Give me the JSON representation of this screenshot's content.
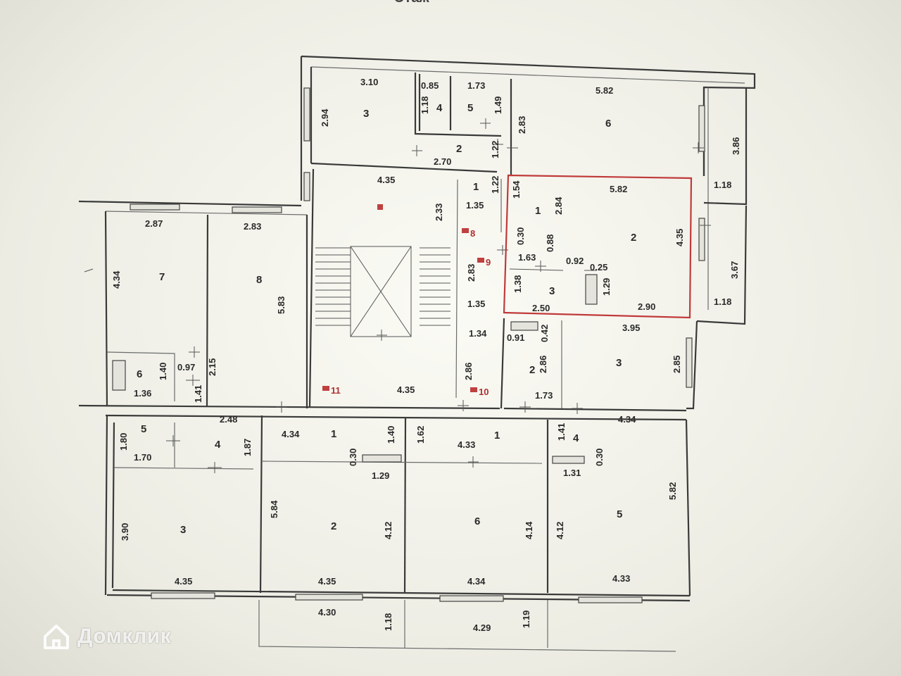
{
  "header_fragment": "Этаж",
  "watermark": {
    "text": "Домклик",
    "icon": "house-icon"
  },
  "colors": {
    "highlight": "#c03a3a",
    "wall": "#3a3a3a",
    "background": "#f3f2ea"
  },
  "rooms": [
    {
      "id": "top-3",
      "label": "3"
    },
    {
      "id": "top-4",
      "label": "4"
    },
    {
      "id": "top-5",
      "label": "5"
    },
    {
      "id": "top-2",
      "label": "2"
    },
    {
      "id": "top-6",
      "label": "6"
    },
    {
      "id": "stair-1",
      "label": "1"
    },
    {
      "id": "hl-1",
      "label": "1"
    },
    {
      "id": "hl-2",
      "label": "2"
    },
    {
      "id": "hl-3",
      "label": "3"
    },
    {
      "id": "left-7",
      "label": "7"
    },
    {
      "id": "left-8",
      "label": "8"
    },
    {
      "id": "left-6",
      "label": "6"
    },
    {
      "id": "mid-2",
      "label": "2"
    },
    {
      "id": "mid-3",
      "label": "3"
    },
    {
      "id": "bl-5",
      "label": "5"
    },
    {
      "id": "bl-4",
      "label": "4"
    },
    {
      "id": "bl-3",
      "label": "3"
    },
    {
      "id": "b-1a",
      "label": "1"
    },
    {
      "id": "b-2",
      "label": "2"
    },
    {
      "id": "b-1b",
      "label": "1"
    },
    {
      "id": "b-6",
      "label": "6"
    },
    {
      "id": "b-4",
      "label": "4"
    },
    {
      "id": "b-5",
      "label": "5"
    }
  ],
  "red_labels": [
    "8",
    "9",
    "10",
    "11"
  ],
  "dimensions": [
    "3.10",
    "0.85",
    "1.73",
    "5.82",
    "2.94",
    "1.18",
    "1.49",
    "2.83",
    "3.86",
    "2.70",
    "1.22",
    "4.35",
    "1.22",
    "1.54",
    "5.82",
    "1.18",
    "2.33",
    "1.35",
    "2.84",
    "0.30",
    "4.35",
    "2.87",
    "2.83",
    "0.88",
    "4.34",
    "5.83",
    "1.63",
    "0.92",
    "0.25",
    "3.67",
    "2.83",
    "1.38",
    "1.29",
    "1.35",
    "2.50",
    "2.90",
    "1.18",
    "1.34",
    "0.91",
    "0.42",
    "3.95",
    "1.40",
    "0.97",
    "2.15",
    "2.86",
    "2.86",
    "2.85",
    "1.36",
    "1.41",
    "4.35",
    "1.73",
    "2.48",
    "4.34",
    "1.40",
    "1.62",
    "1.41",
    "4.34",
    "1.80",
    "1.87",
    "0.30",
    "4.33",
    "0.30",
    "1.70",
    "1.29",
    "1.31",
    "5.84",
    "5.82",
    "3.90",
    "4.12",
    "4.14",
    "4.12",
    "4.35",
    "4.35",
    "4.34",
    "4.33",
    "4.30",
    "1.18",
    "4.29",
    "1.19"
  ]
}
